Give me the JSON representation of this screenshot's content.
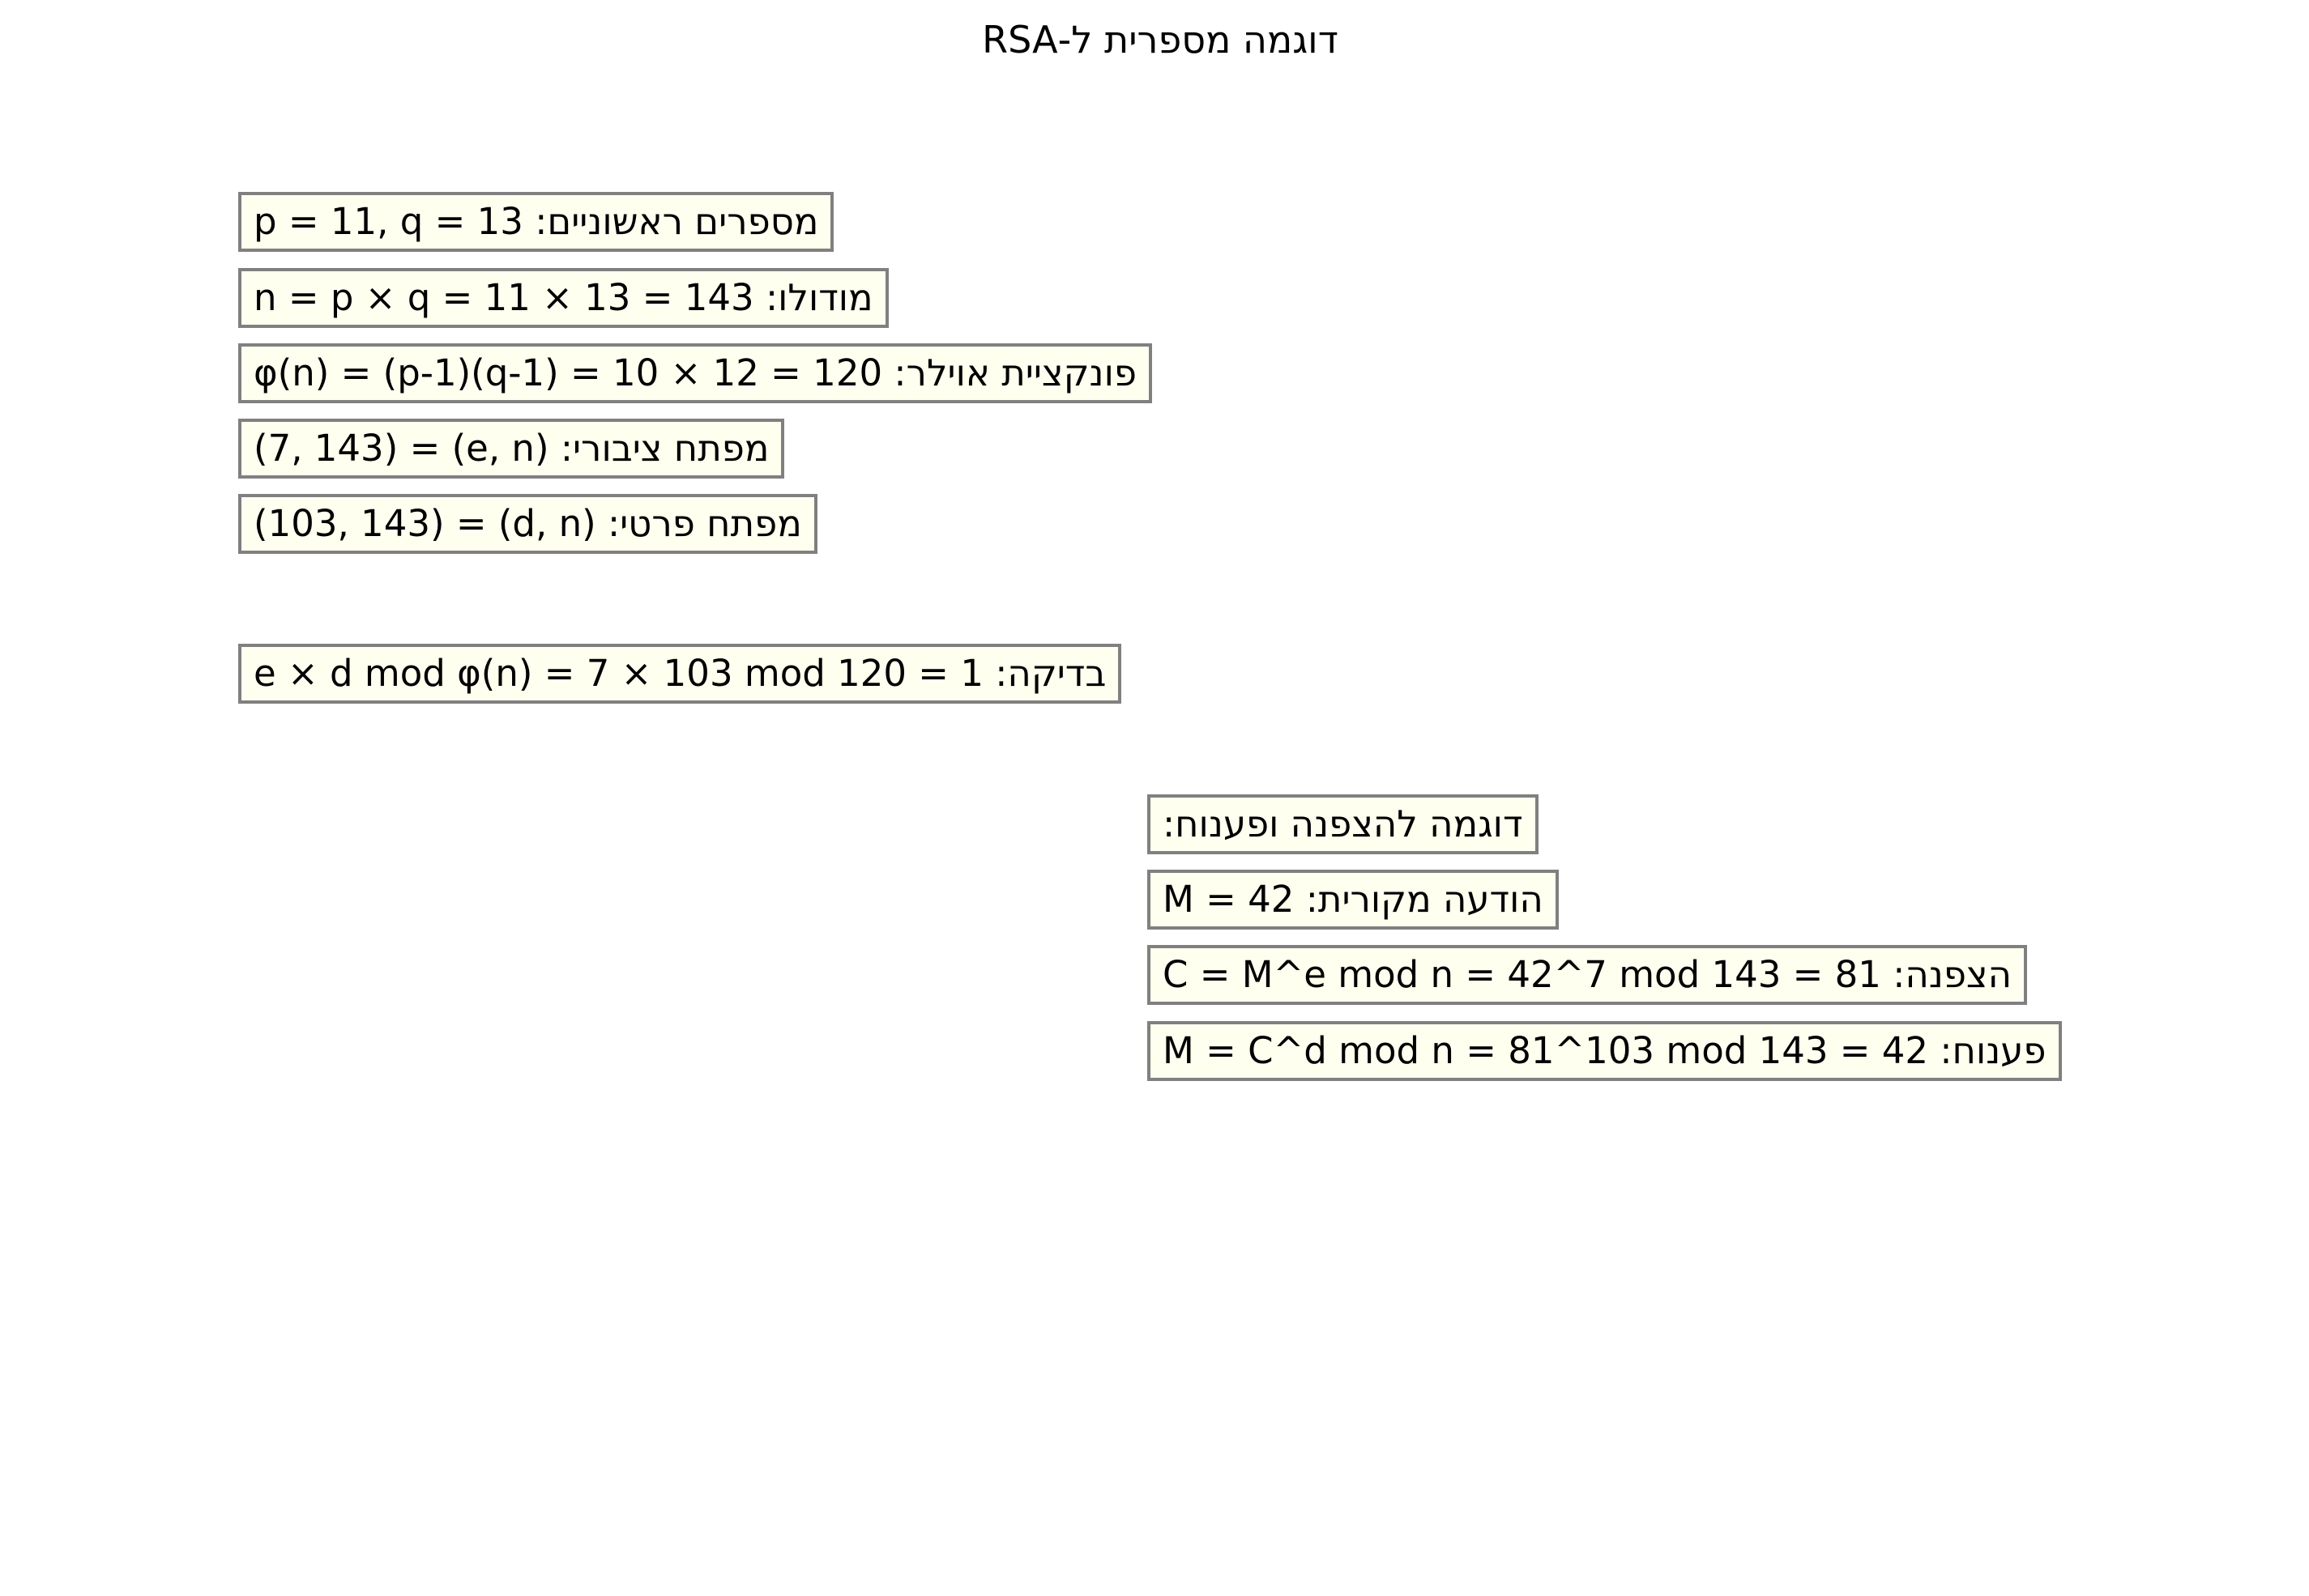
{
  "title": "דוגמה מספרית ל-RSA",
  "key_generation": [
    "מספרים ראשוניים: p = 11, q = 13",
    "מודולו: n = p × q = 11 × 13 = 143",
    "פונקציית אוילר: φ(n) = (p-1)(q-1) = 10 × 12 = 120",
    "מפתח ציבורי: (e, n) = (7, 143)",
    "מפתח פרטי: (d, n) = (103, 143)"
  ],
  "verification": "בדיקה: e × d mod φ(n) = 7 × 103 mod 120 = 1",
  "example": [
    "דוגמה להצפנה ופענוח:",
    "הודעה מקורית: M = 42",
    "הצפנה: C = M^e mod n = 42^7 mod 143 = 81",
    "פענוח: M = C^d mod n = 81^103 mod 143 = 42"
  ],
  "colors": {
    "box_fill": "#fffff0",
    "box_border": "#808080"
  }
}
